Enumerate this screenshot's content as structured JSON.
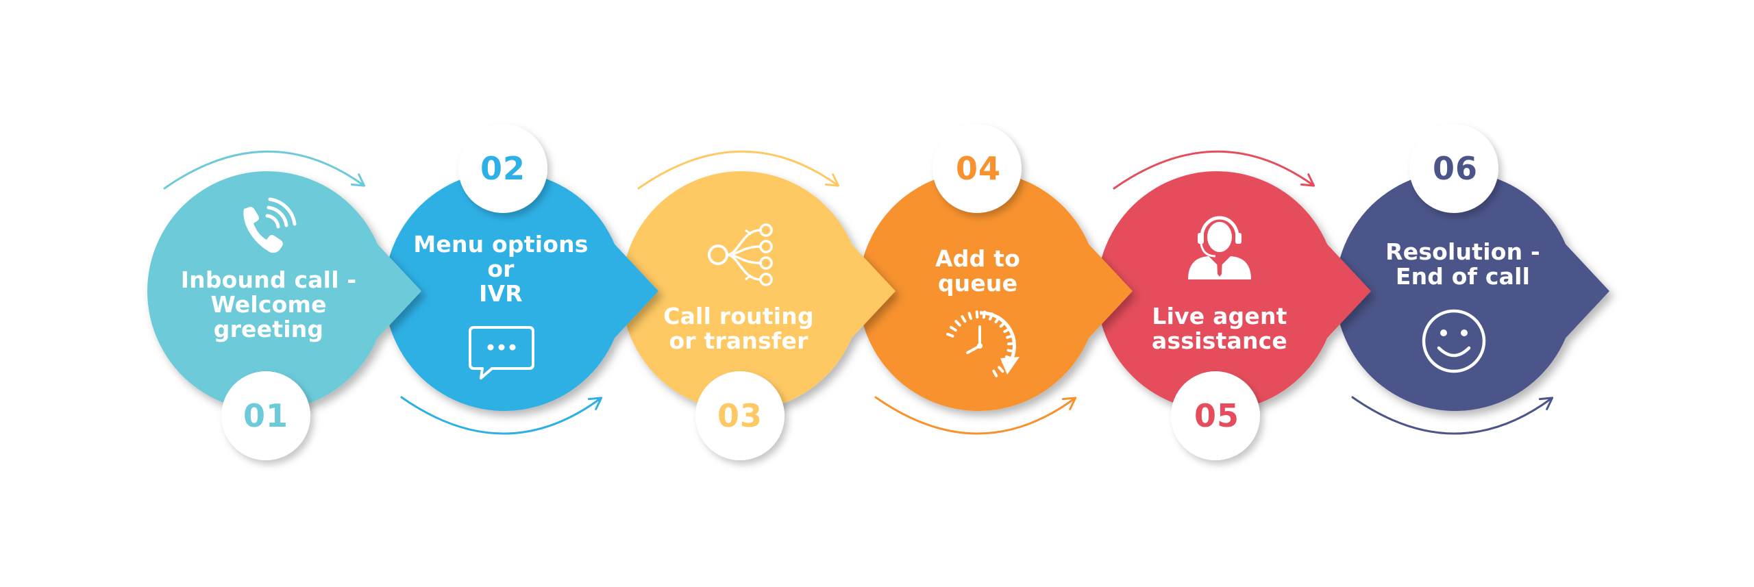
{
  "diagram": {
    "steps": [
      {
        "number": "01",
        "label": [
          "Inbound call -",
          "Welcome",
          "greeting"
        ],
        "color": "#6ccad9",
        "icon": "phone-icon",
        "notch": "bottom"
      },
      {
        "number": "02",
        "label": [
          "Menu options",
          "or",
          "IVR"
        ],
        "color": "#2fb0e5",
        "icon": "chat-bubble-icon",
        "notch": "top"
      },
      {
        "number": "03",
        "label": [
          "Call routing",
          "or transfer"
        ],
        "color": "#fec964",
        "icon": "routing-network-icon",
        "notch": "bottom"
      },
      {
        "number": "04",
        "label": [
          "Add to",
          "queue"
        ],
        "color": "#f7922f",
        "icon": "clock-icon",
        "notch": "top"
      },
      {
        "number": "05",
        "label": [
          "Live agent",
          "assistance"
        ],
        "color": "#e54d5c",
        "icon": "agent-headset-icon",
        "notch": "bottom"
      },
      {
        "number": "06",
        "label": [
          "Resolution -",
          "End of call"
        ],
        "color": "#4b5589",
        "icon": "smiley-icon",
        "notch": "top"
      }
    ]
  }
}
